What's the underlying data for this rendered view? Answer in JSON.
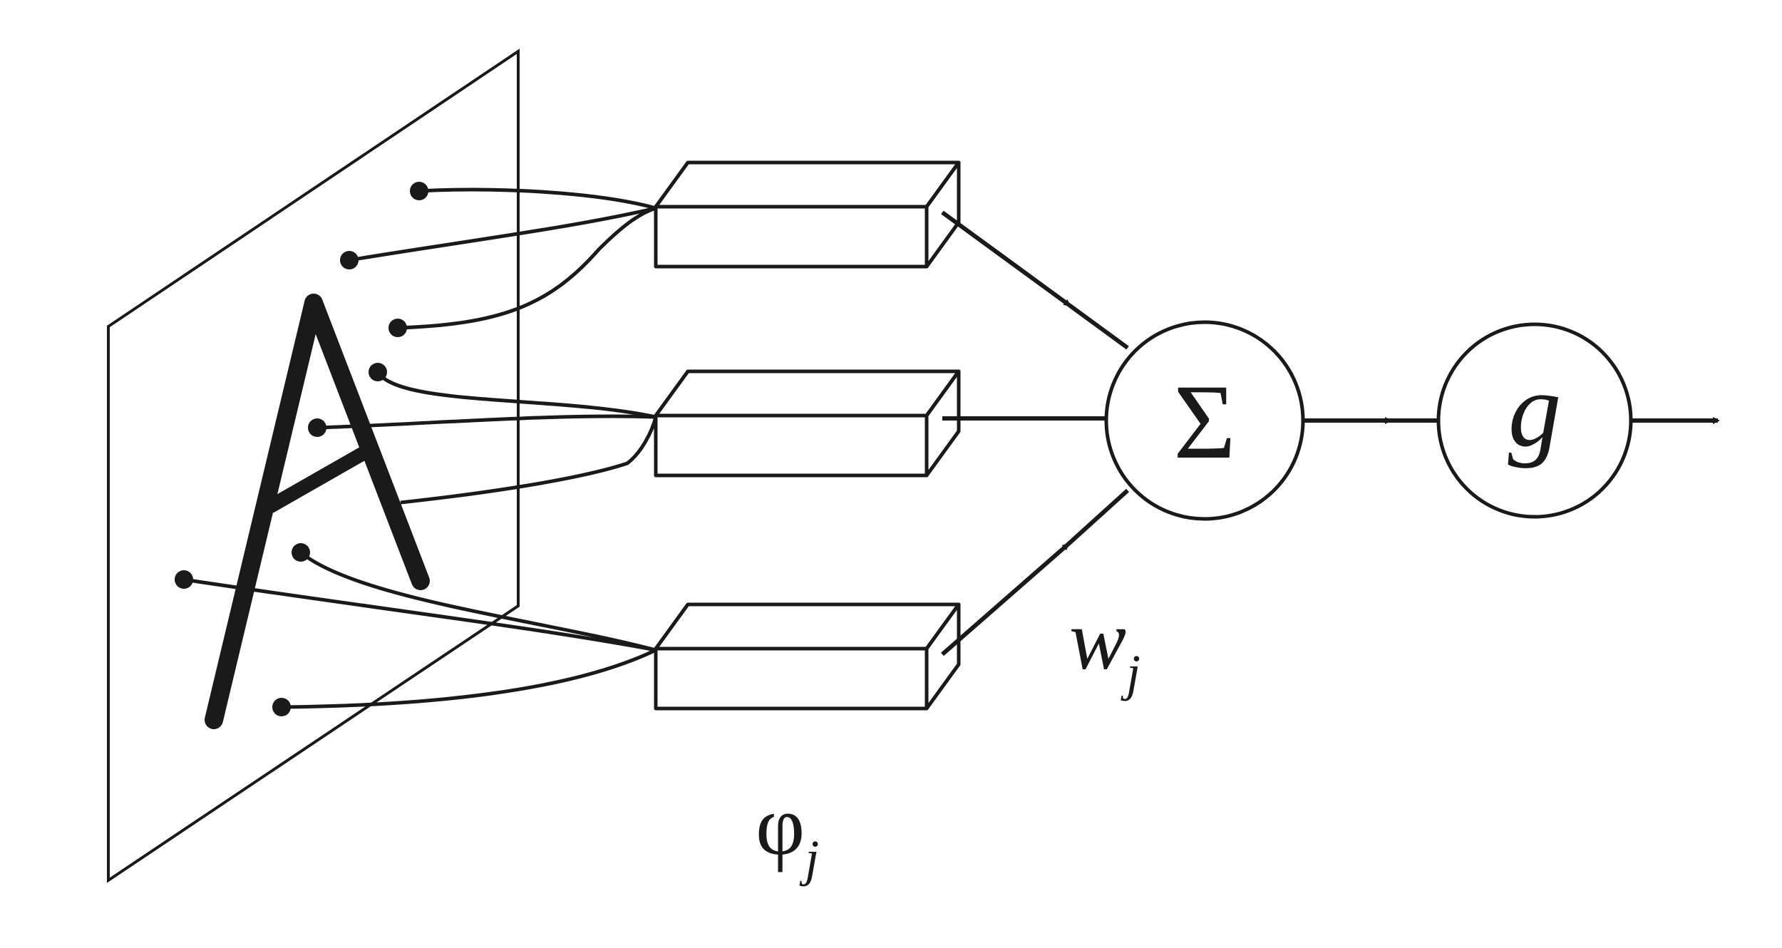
{
  "diagram": {
    "retina_letter": "A",
    "feature_symbol": "φ",
    "feature_subscript": "j",
    "weight_symbol": "w",
    "weight_subscript": "j",
    "sum_symbol": "Σ",
    "activation_symbol": "g"
  },
  "colors": {
    "ink": "#1a1a1a",
    "background": "#ffffff"
  }
}
